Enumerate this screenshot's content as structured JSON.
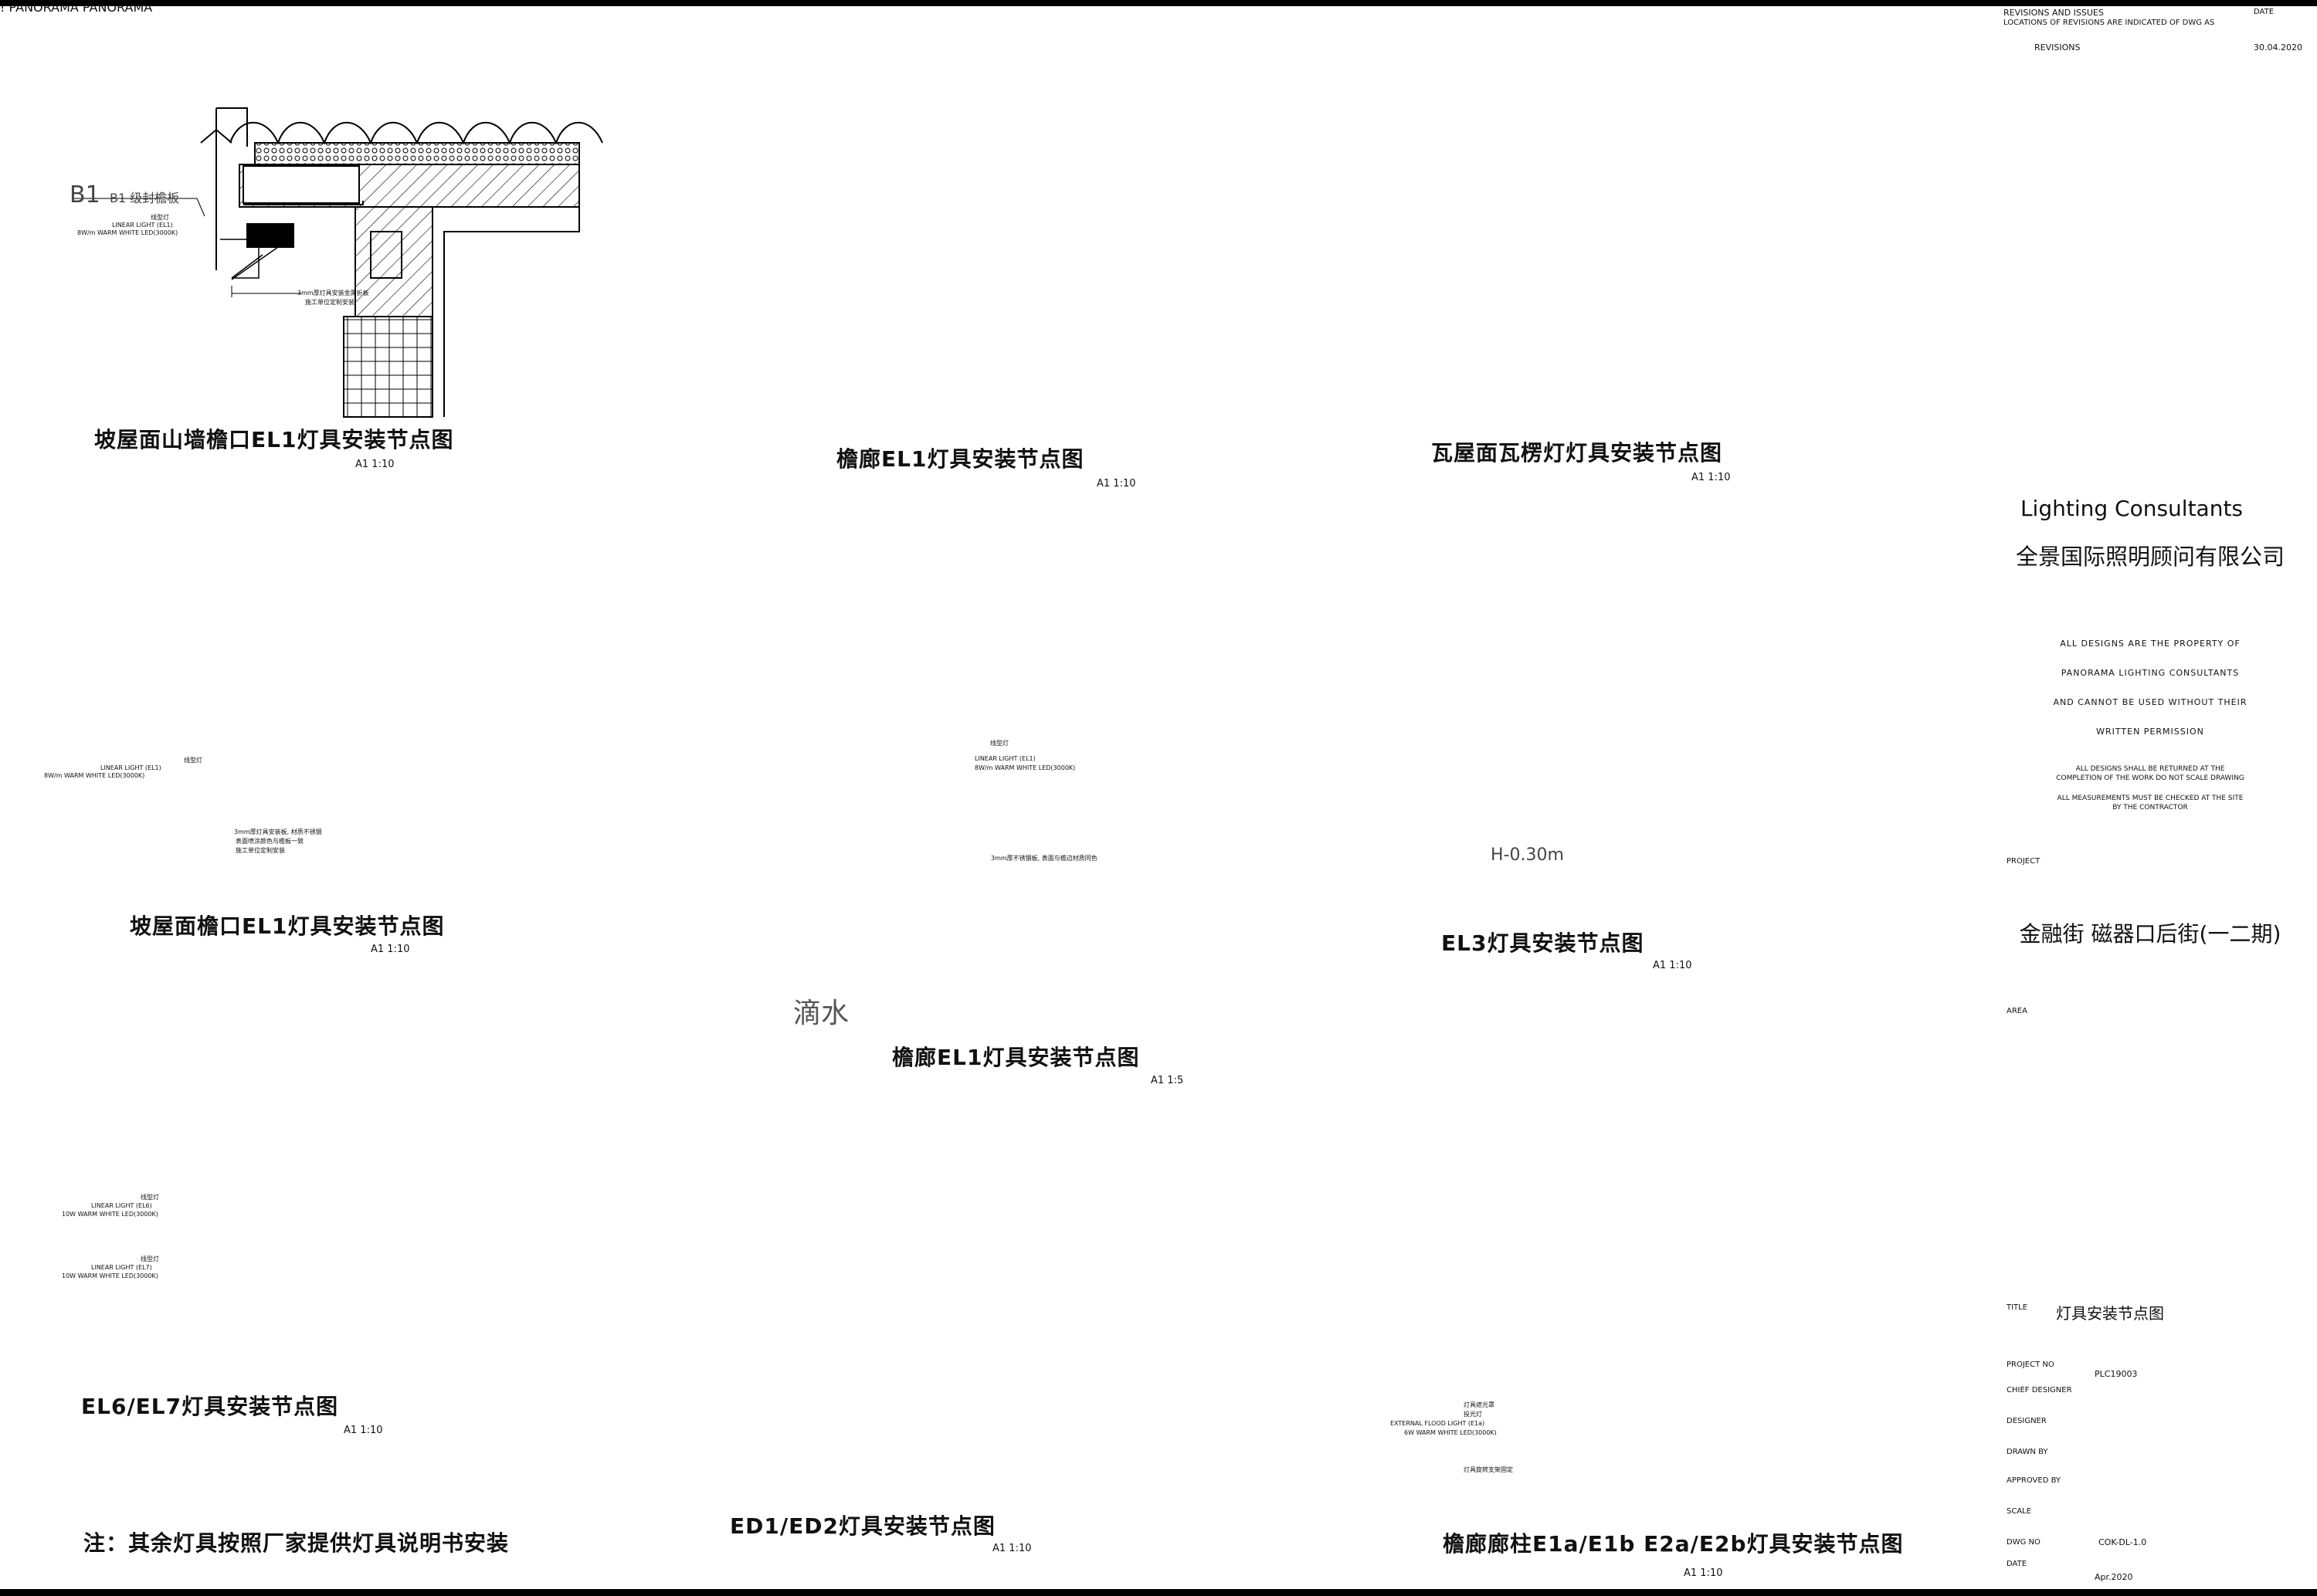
{
  "drawings": {
    "d1": {
      "title": "坡屋面山墙檐口EL1灯具安装节点图",
      "scale": "A1    1:10",
      "side_note": "B1 级封檐板",
      "note1": "线型灯",
      "note2": "LINEAR LIGHT (EL1)",
      "note3": "8W/m WARM WHITE LED(3000K)",
      "note4": "3mm厚灯具安装金属折板",
      "note5": "施工单位定制安装"
    },
    "d2": {
      "title": "檐廊EL1灯具安装节点图",
      "scale": "A1    1:10"
    },
    "d3": {
      "title": "瓦屋面瓦楞灯灯具安装节点图",
      "scale": "A1    1:10"
    },
    "d4": {
      "title": "坡屋面檐口EL1灯具安装节点图",
      "scale": "A1    1:10",
      "note1": "线型灯",
      "note2": "LINEAR LIGHT (EL1)",
      "note3": "8W/m WARM WHITE LED(3000K)",
      "note4": "3mm厚灯具安装板, 材质不锈钢",
      "note5": "表面喷涂颜色与檐板一致",
      "note6": "施工单位定制安装"
    },
    "d5": {
      "title": "檐廊EL1灯具安装节点图",
      "scale": "A1    1:5",
      "water": "滴水",
      "note1": "线型灯",
      "note2": "LINEAR LIGHT (EL1)",
      "note3": "8W/m WARM WHITE LED(3000K)",
      "note4": "3mm厚不锈钢板, 表面与檐边材质同色"
    },
    "d6": {
      "title": "EL3灯具安装节点图",
      "scale": "A1    1:10",
      "level": "H-0.30m"
    },
    "d7": {
      "title": "EL6/EL7灯具安装节点图",
      "scale": "A1    1:10",
      "note1": "线型灯",
      "note2": "LINEAR LIGHT (EL6)",
      "note3": "10W WARM WHITE LED(3000K)",
      "note4": "线型灯",
      "note5": "LINEAR LIGHT (EL7)",
      "note6": "10W WARM WHITE LED(3000K)"
    },
    "d8": {
      "title": "ED1/ED2灯具安装节点图",
      "scale": "A1    1:10"
    },
    "d9": {
      "title": "檐廊廊柱E1a/E1b E2a/E2b灯具安装节点图",
      "scale": "A1    1:10",
      "note1": "灯具遮光罩",
      "note2": "投光灯",
      "note3": "EXTERNAL FLOOD LIGHT (E1a)",
      "note4": "6W WARM WHITE LED(3000K)",
      "note5": "灯具旋转支架固定"
    }
  },
  "general_note": "注：其余灯具按照厂家提供灯具说明书安装",
  "title_block": {
    "revisions_heading": "REVISIONS AND ISSUES",
    "revisions_sub": "LOCATIONS OF REVISIONS ARE INDICATED OF DWG AS",
    "date_heading": "DATE",
    "revisions_label": "REVISIONS",
    "revision_date": "30.04.2020",
    "company_en": "Lighting Consultants",
    "company_cn": "全景国际照明顾问有限公司",
    "property_lines": [
      "ALL DESIGNS ARE THE PROPERTY OF",
      "PANORAMA LIGHTING CONSULTANTS",
      "AND CANNOT BE USED WITHOUT THEIR",
      "WRITTEN PERMISSION"
    ],
    "return_lines": [
      "ALL DESIGNS SHALL BE RETURNED AT THE",
      "COMPLETION OF THE WORK DO NOT SCALE DRAWING",
      "ALL MEASUREMENTS MUST BE CHECKED AT THE SITE",
      "BY THE CONTRACTOR"
    ],
    "project_label": "PROJECT",
    "project_name": "金融街    磁器口后街(一二期)",
    "area_label": "AREA",
    "title_label": "TITLE",
    "title_value": "灯具安装节点图",
    "project_no_label": "PROJECT NO",
    "project_no": "PLC19003",
    "chief_designer_label": "CHIEF DESIGNER",
    "designer_label": "DESIGNER",
    "drawn_by_label": "DRAWN BY",
    "approved_by_label": "APPROVED BY",
    "scale_label": "SCALE",
    "dwg_no_label": "DWG NO",
    "dwg_no": "COK-DL-1.0",
    "date_label": "DATE",
    "date_value": "Apr.2020"
  },
  "colors": {
    "line": "#000000",
    "paper": "#ffffff"
  }
}
